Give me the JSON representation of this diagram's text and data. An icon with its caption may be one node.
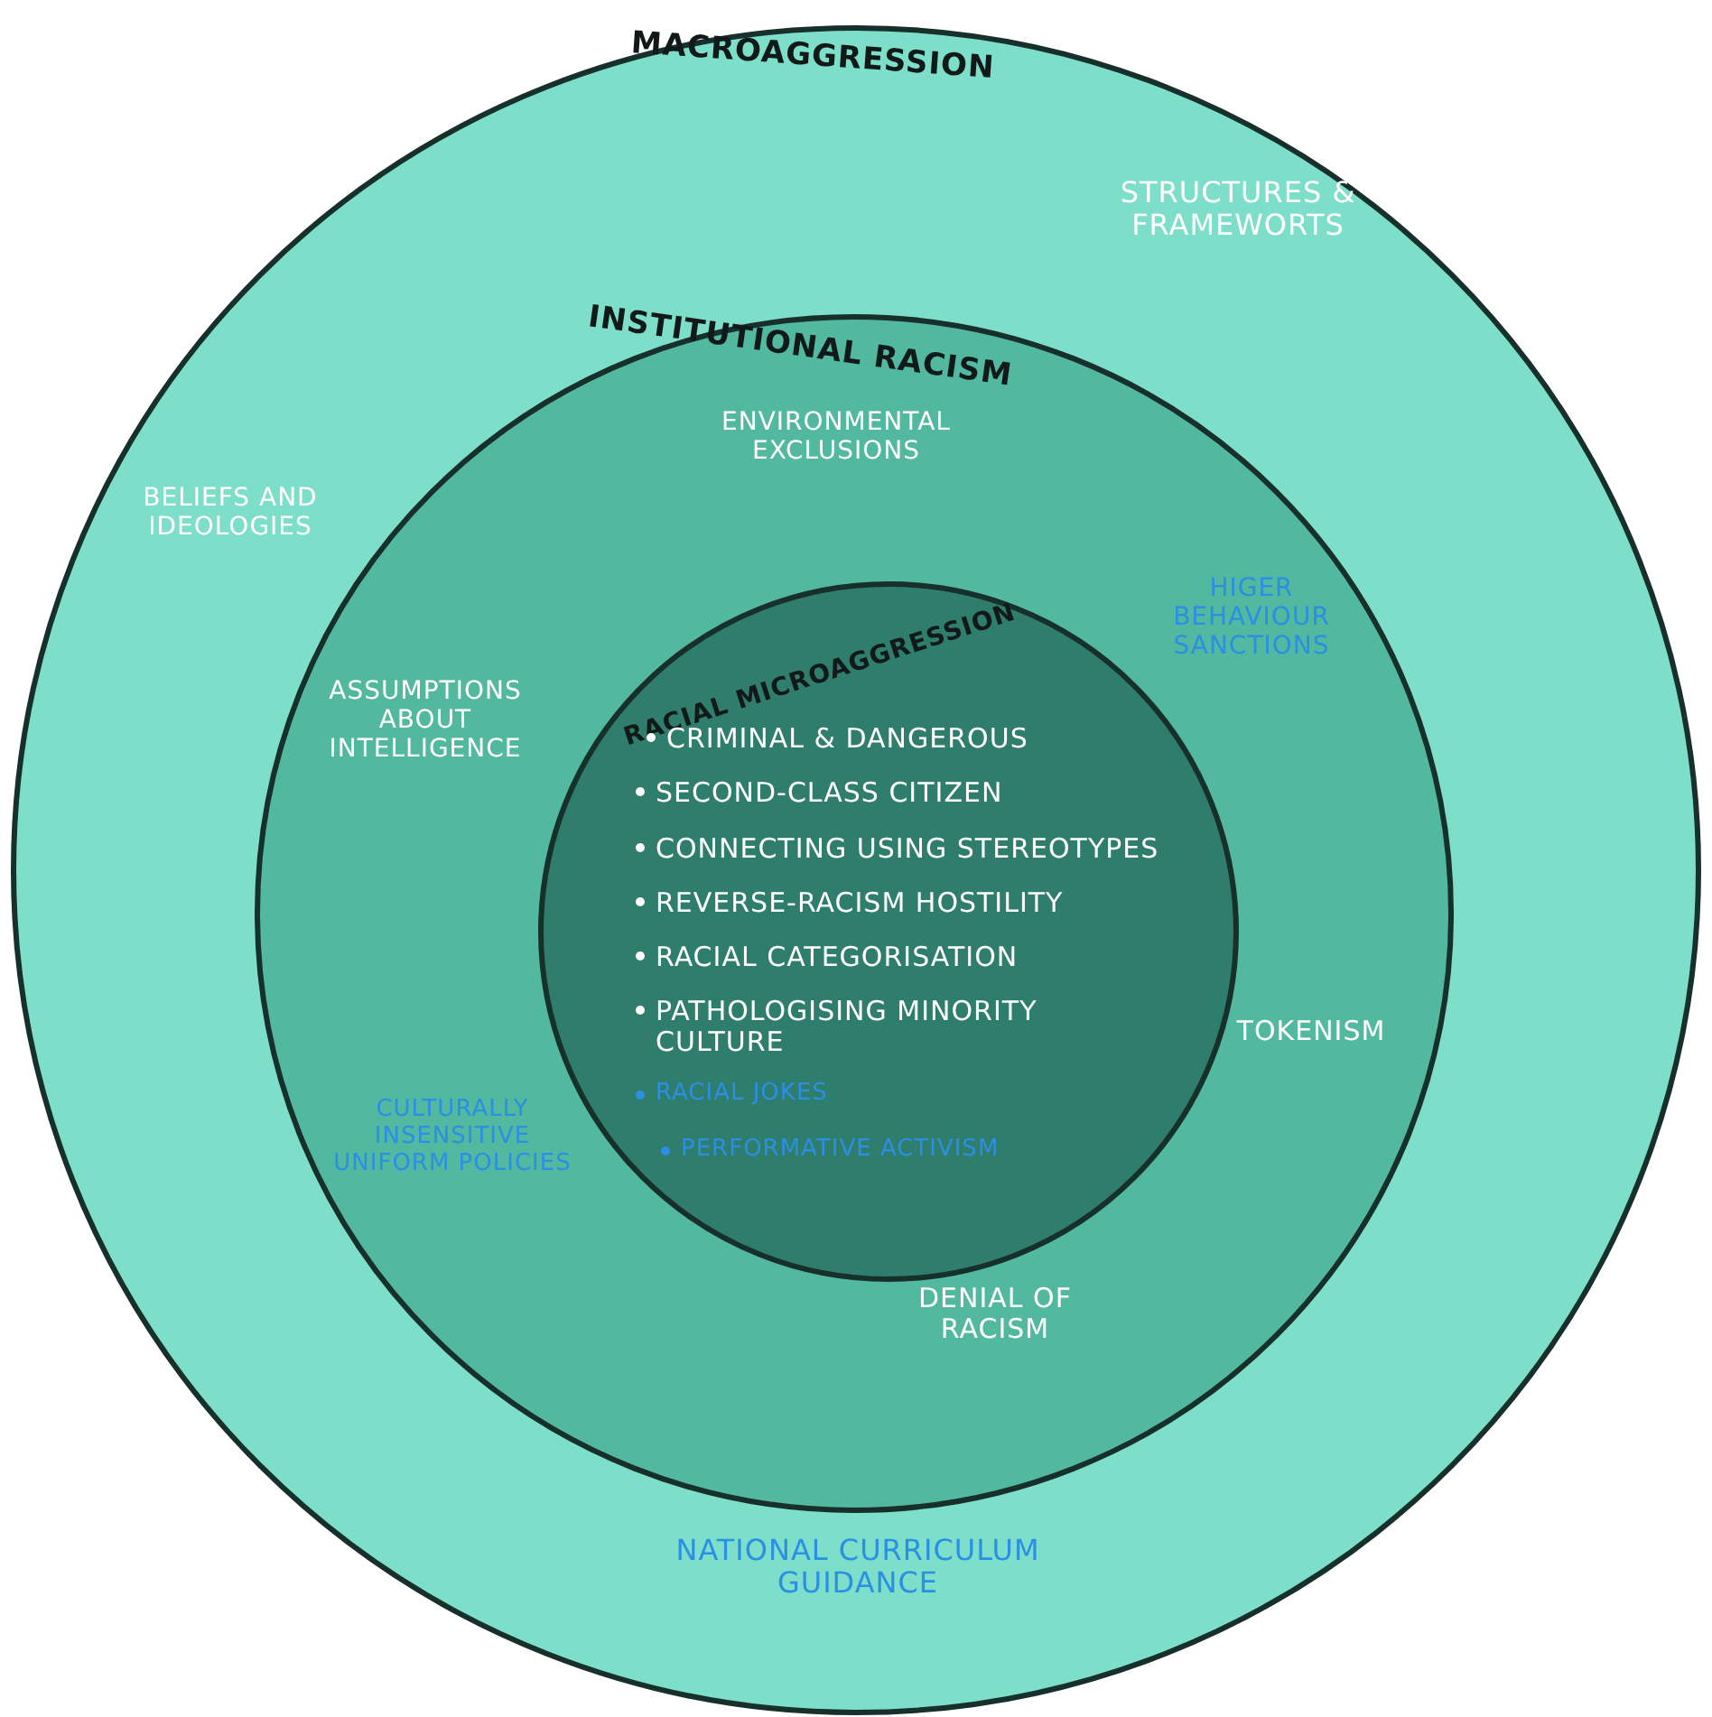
{
  "diagram": {
    "nodes": [
      {
        "text": [
          "MACROAGGRESSION",
          "STRUCTURES & FRAMEWORTS",
          "BELIEFS AND IDEOLOGIES",
          "NATIONAL CURRICULUM GUIDANCE"
        ]
      },
      {
        "text": [
          "INSTITUTIONAL RACISM",
          "ENVIRONMENTAL EXCLUSIONS",
          "HIGER BEHAVIOUR SANCTIONS",
          "ASSUMPTIONS ABOUT INTELLIGENCE",
          "TOKENISM",
          "CULTURALLY INSENSITIVE UNIFORM POLICIES",
          "DENIAL OF RACISM"
        ],
        "in": 0
      },
      {
        "text": [
          "RACIAL MICROAGGRESSION",
          "CRIMINAL & DANGEROUS",
          "SECOND-CLASS CITIZEN",
          "CONNECTING USING STEREOTYPES",
          "REVERSE-RACISM HOSTILITY",
          "RACIAL CATEGORISATION",
          "PATHOLOGISING MINORITY CULTURE",
          "RACIAL JOKES",
          "PERFORMATIVE ACTIVISM"
        ],
        "in": 1
      }
    ]
  }
}
